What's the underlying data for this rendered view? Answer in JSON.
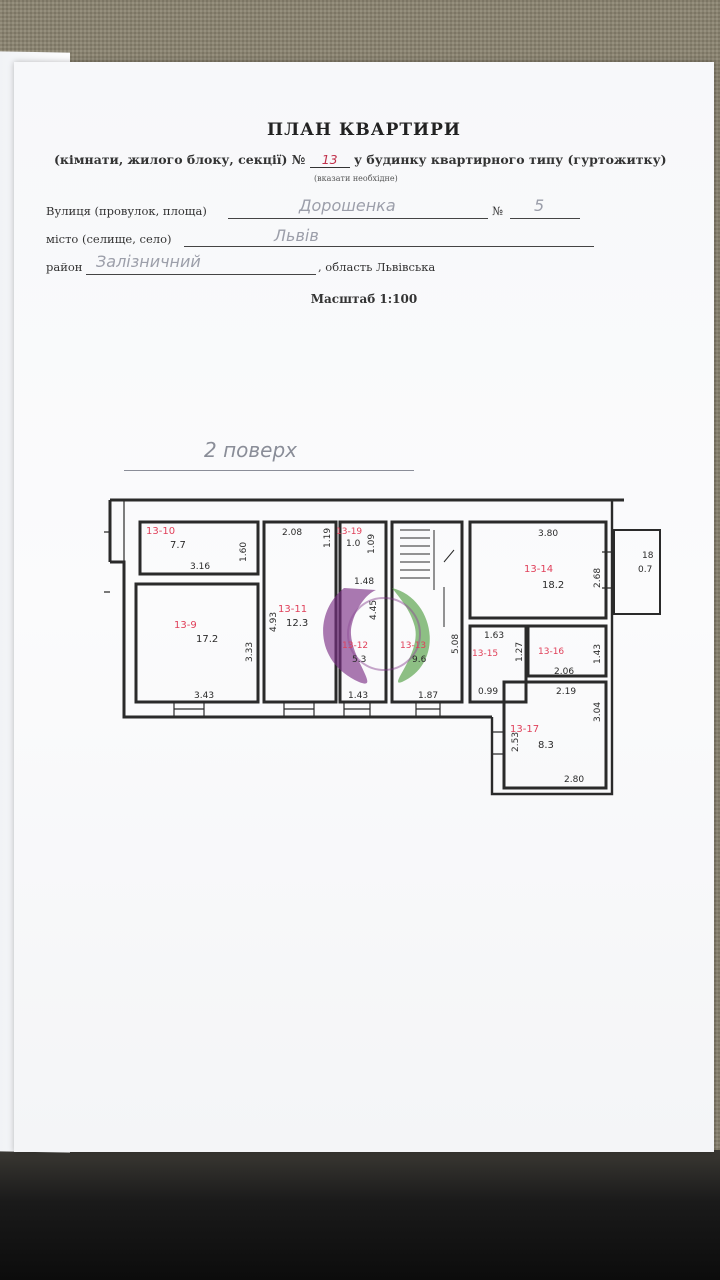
{
  "document": {
    "title": "ПЛАН КВАРТИРИ",
    "subtitle_prefix": "(кімнати, жилого блоку, секції) №",
    "apartment_number": "13",
    "subtitle_suffix": "у будинку квартирного типу (гуртожитку)",
    "note": "(вказати необхідне)",
    "street_label": "Вулиця (провулок, площа)",
    "street_value": "Дорошенка",
    "house_label": "№",
    "house_value": "5",
    "city_label": "місто (селище, село)",
    "city_value": "Львів",
    "district_label": "район",
    "district_value": "Залізничний",
    "region_text": ", область Львівська",
    "scale": "Масштаб 1:100",
    "floor_label": "2 поверх"
  },
  "colors": {
    "paper": "#f7f8fa",
    "ink": "#2a2a2a",
    "room_number": "#e0405a",
    "handwriting": "#9c9faa",
    "logo_purple": "#7b2f86",
    "logo_green": "#5aa44c"
  },
  "plan": {
    "rooms": [
      {
        "id": "13-10",
        "area": "7.7"
      },
      {
        "id": "13-9",
        "area": "17.2"
      },
      {
        "id": "13-11",
        "area": "12.3"
      },
      {
        "id": "13-19",
        "area": "1.0"
      },
      {
        "id": "13-12",
        "area": "5.3"
      },
      {
        "id": "13-13",
        "area": "9.6"
      },
      {
        "id": "13-14",
        "area": "18.2"
      },
      {
        "id": "18",
        "area": "0.7"
      },
      {
        "id": "13-15",
        "area": ""
      },
      {
        "id": "13-16",
        "area": ""
      },
      {
        "id": "13-17",
        "area": "8.3"
      }
    ],
    "dimensions": [
      "3.16",
      "1.60",
      "3.33",
      "3.43",
      "2.08",
      "4.93",
      "1.19",
      "1.09",
      "1.48",
      "4.45",
      "1.43",
      "5.08",
      "1.87",
      "3.80",
      "2.68",
      "1.63",
      "1.43",
      "2.06",
      "2.19",
      "0.99",
      "2.53",
      "3.04",
      "2.80",
      "1.27"
    ]
  }
}
